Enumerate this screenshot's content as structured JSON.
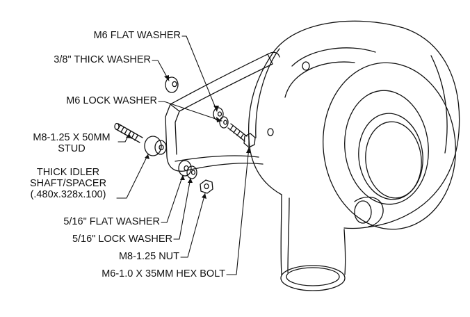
{
  "labels": {
    "m6_flat_washer": "M6 FLAT WASHER",
    "thick_washer_38": "3/8\" THICK WASHER",
    "m6_lock_washer": "M6 LOCK WASHER",
    "stud_line1": "M8-1.25 X 50MM",
    "stud_line2": "STUD",
    "idler_line1": "THICK IDLER",
    "idler_line2": "SHAFT/SPACER",
    "idler_line3": "(.480x.328x.100)",
    "flat_washer_516": "5/16\" FLAT WASHER",
    "lock_washer_516": "5/16\" LOCK WASHER",
    "m8_nut": "M8-1.25 NUT",
    "hex_bolt": "M6-1.0 X 35MM HEX BOLT"
  }
}
